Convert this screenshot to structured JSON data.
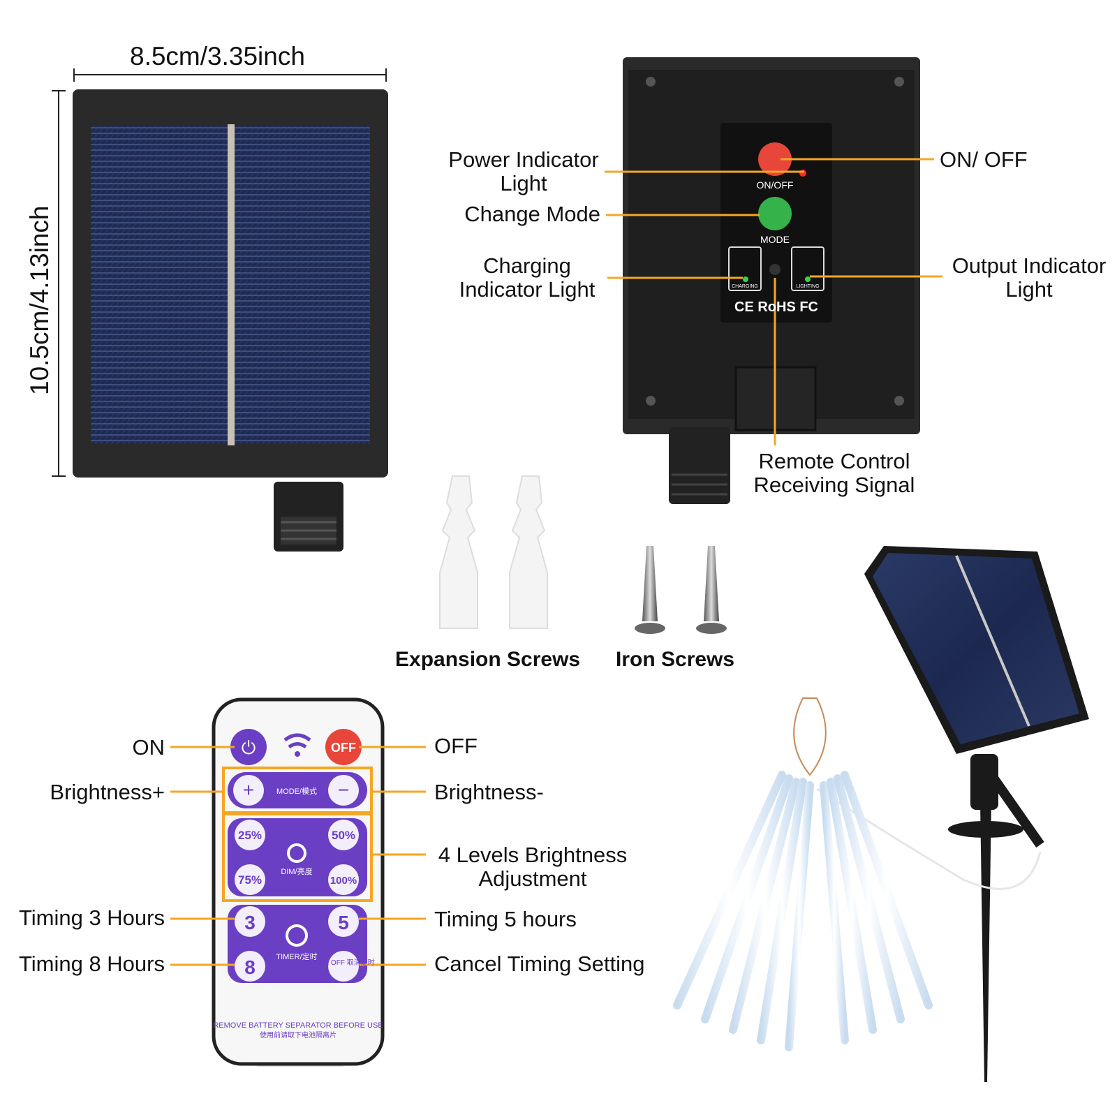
{
  "dimensions": {
    "width": "8.5cm/3.35inch",
    "height": "10.5cm/4.13inch"
  },
  "controller": {
    "power_indicator": "Power Indicator Light",
    "change_mode": "Change Mode",
    "charging_indicator": "Charging Indicator Light",
    "on_off": "ON/ OFF",
    "output_indicator": "Output Indicator Light",
    "remote_receiver": "Remote Control Receiving Signal",
    "btn_onoff": "ON/OFF",
    "btn_mode": "MODE",
    "charging_small": "CHARGING",
    "lighting_small": "LIGHTING",
    "certs": "CE RoHS FC"
  },
  "accessories": {
    "expansion": "Expansion Screws",
    "iron": "Iron Screws"
  },
  "remote": {
    "left": {
      "on": "ON",
      "brightness_plus": "Brightness+",
      "timing3": "Timing 3 Hours",
      "timing8": "Timing 8 Hours"
    },
    "right": {
      "off": "OFF",
      "brightness_minus": "Brightness-",
      "levels": "4 Levels Brightness Adjustment",
      "timing5": "Timing 5 hours",
      "cancel": "Cancel Timing Setting"
    },
    "keys": {
      "off": "OFF",
      "mode": "MODE/模式",
      "p25": "25%",
      "p50": "50%",
      "p75": "75%",
      "p100": "100%",
      "dim": "DIM/亮度",
      "t3": "3",
      "t5": "5",
      "t8": "8",
      "timer": "TIMER/定时",
      "timeoff": "TIME OFF 取消定时",
      "battery": "REMOVE BATTERY SEPARATOR BEFORE USE",
      "battery_cn": "使用前请取下电池隔离片"
    }
  },
  "colors": {
    "leader": "#f5a623",
    "remote_purple": "#6a3fc4",
    "off_red": "#e8463a"
  }
}
